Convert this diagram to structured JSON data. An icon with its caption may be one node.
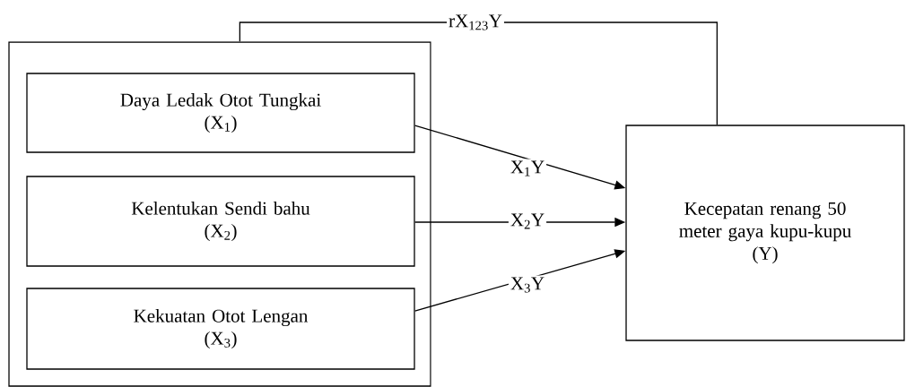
{
  "diagram": {
    "nodes": [
      {
        "text": [],
        "shape": "box"
      },
      {
        "text": [
          "Daya Ledak Otot Tungkai",
          "(X$_{1}$)"
        ],
        "in": 0
      },
      {
        "text": [
          "Kelentukan Sendi bahu",
          "(X$_{2}$)"
        ],
        "in": 0
      },
      {
        "text": [
          "Kekuatan Otot Lengan",
          "(X$_{3}$)"
        ],
        "in": 0
      },
      {
        "text": [
          "Kecepatan renang 50 meter gaya kupu-kupu",
          "(Y)"
        ]
      }
    ],
    "edges": [
      {
        "from": 0,
        "to": 4,
        "arrow": "none",
        "label": "rX$_{123}$Y"
      },
      {
        "from": 1,
        "to": 4,
        "arrow": "to",
        "label": "X$_{1}$Y"
      },
      {
        "from": 2,
        "to": 4,
        "arrow": "to",
        "label": "X$_{2}$Y"
      },
      {
        "from": 3,
        "to": 4,
        "arrow": "to",
        "label": "X$_{3}$Y"
      }
    ]
  }
}
